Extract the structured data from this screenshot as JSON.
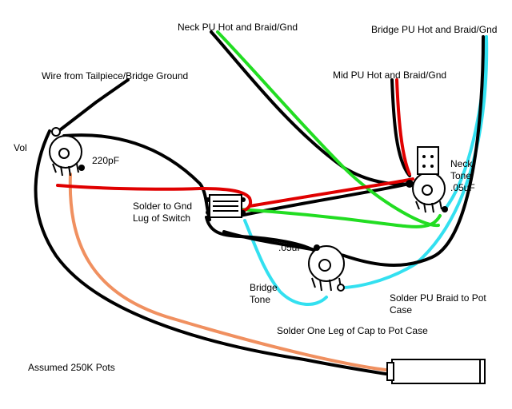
{
  "colors": {
    "background": "#ffffff",
    "black_wire": "#000000",
    "red_wire": "#e00000",
    "green_wire": "#22dd22",
    "cyan_wire": "#33e0f0",
    "orange_wire": "#f09060"
  },
  "labels": {
    "neck_pu": "Neck PU Hot and Braid/Gnd",
    "bridge_pu": "Bridge PU Hot and Braid/Gnd",
    "mid_pu": "Mid PU Hot and Braid/Gnd",
    "tailpiece_ground": "Wire from Tailpiece/Bridge Ground",
    "vol": "Vol",
    "cap_220pf": "220pF",
    "solder_gnd_switch": "Solder to Gnd\nLug of Switch",
    "neck_tone": "Neck\nTone\n.05uF",
    "cap_05uf": ".05uF",
    "bridge_tone": "Bridge\nTone",
    "solder_pu_braid": "Solder PU Braid to Pot\nCase",
    "solder_cap_leg": "Solder One Leg of Cap to Pot Case",
    "assumed_pots": "Assumed 250K Pots"
  },
  "components": [
    {
      "id": "volume-pot",
      "type": "potentiometer"
    },
    {
      "id": "neck-tone-pot",
      "type": "potentiometer"
    },
    {
      "id": "bridge-tone-pot",
      "type": "potentiometer"
    },
    {
      "id": "pickup-selector-switch",
      "type": "switch"
    },
    {
      "id": "neck-tone-capacitor",
      "type": "capacitor"
    },
    {
      "id": "output-jack",
      "type": "jack"
    }
  ]
}
